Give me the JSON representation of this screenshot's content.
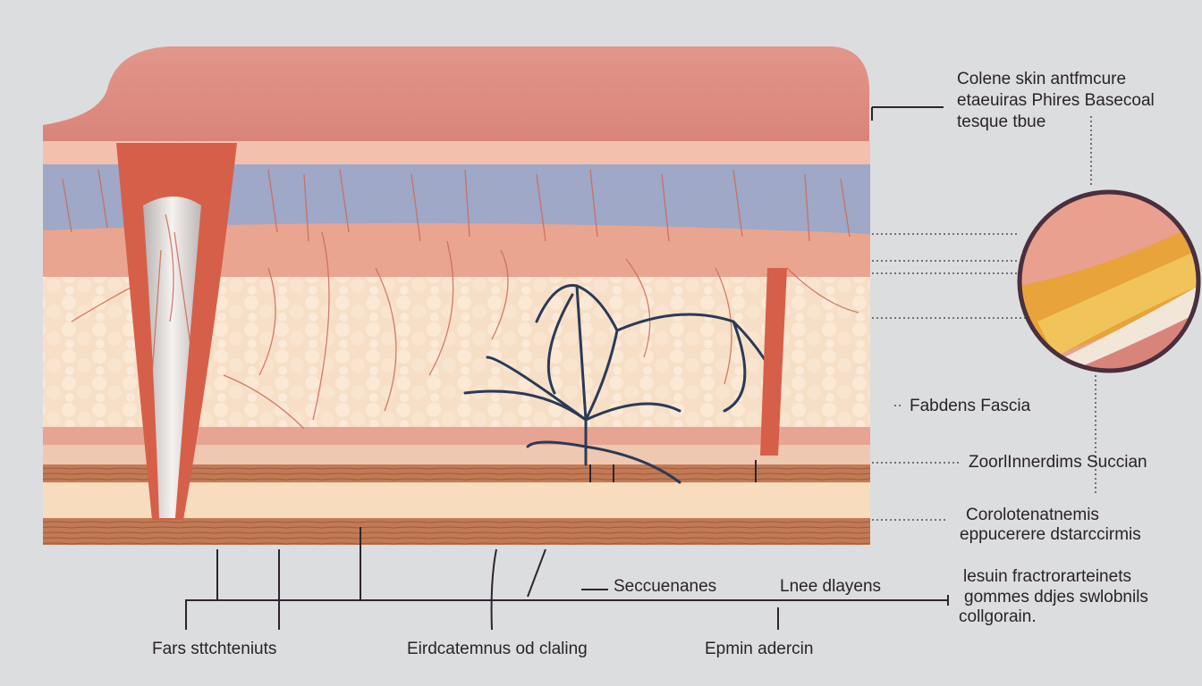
{
  "title": {
    "lines": [
      "Colene skin antfmcure",
      "etaeuiras  Phires Basecoal",
      "tesque tbue"
    ]
  },
  "right_labels": {
    "fascia": "Fabdens Fascia",
    "inner": "ZoorlInnerdims Succian",
    "dermis": [
      "Corolotenatnemis",
      "eppucerere dstarccirmis"
    ],
    "collagen": [
      "lesuin fractrorarteinets",
      "gommes ddjes swlobnils",
      "collgorain."
    ]
  },
  "bottom_labels": {
    "sections": "Seccuenanes",
    "layers": "Lnee dlayens",
    "fars": "Fars sttchteniuts",
    "eirdcat": "Eirdcatemnus od claling",
    "epmin": "Epmin adercin"
  },
  "colors": {
    "background": "#dcdddf",
    "skin": "#e79b86",
    "dermis": "#9da6c4",
    "fat": "#f5dcc0",
    "muscle": "#b5704e",
    "nerve": "#2b3a55"
  }
}
